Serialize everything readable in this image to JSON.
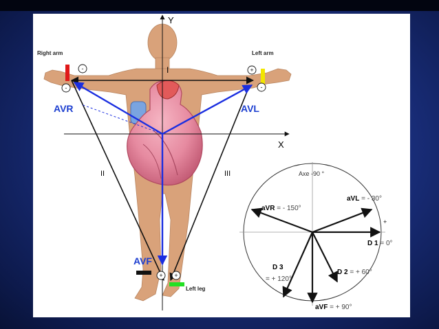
{
  "diagram": {
    "axis_y_label": "Y",
    "axis_x_label": "X",
    "right_arm_label": "Right arm",
    "left_arm_label": "Left arm",
    "left_leg_label": "Left leg",
    "lead_i_label": "I",
    "lead_ii_label": "II",
    "lead_iii_label": "III",
    "avr_label": "AVR",
    "avl_label": "AVL",
    "avf_label": "AVF",
    "minus_sign": "-",
    "plus_sign": "+"
  },
  "hexaxial": {
    "axe_label": "Axe -90 °",
    "avr_name": "aVR",
    "avr_value": " = - 150°",
    "avl_name": "aVL",
    "avl_value": " = - 30°",
    "d1_name": "D 1",
    "d1_value": " = 0°",
    "d2_name": "D 2",
    "d2_value": " = + 60°",
    "d3_name": "D 3",
    "d3_value": "= + 120°",
    "avf_name": "aVF",
    "avf_value": " = + 90°",
    "plus_marker": "+"
  },
  "colors": {
    "blue_vector": "#1a2ee0",
    "label_blue": "#1d3fd0",
    "skin": "#d9a27a",
    "heart": "#e98aa0",
    "electrode_red": "#e01818",
    "electrode_yellow": "#f2e600",
    "electrode_green": "#22e022"
  }
}
